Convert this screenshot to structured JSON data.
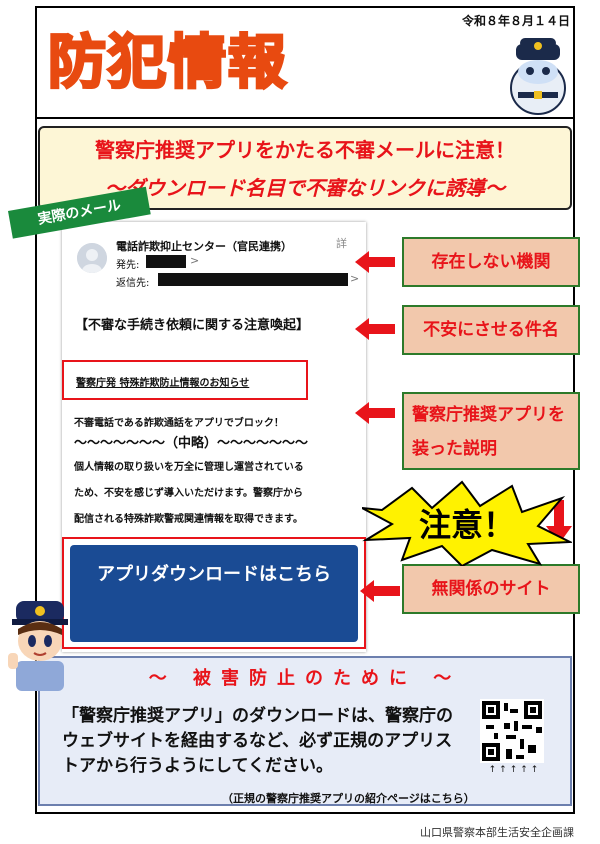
{
  "date": "令和８年８月１４日",
  "title": "防犯情報",
  "alert": {
    "line1": "警察庁推奨アプリをかたる不審メールに注意！",
    "line2": "～ダウンロード名目で不審なリンクに誘導～"
  },
  "tag": "実際のメール",
  "mail": {
    "sender": "電話詐欺抑止センター（官民連携）",
    "from_label": "発先:",
    "to_label": "返信先:",
    "subject": "【不審な手続き依頼に関する注意喚起】",
    "notice": "警察庁発 特殊詐欺防止情報のお知らせ",
    "body1": "不審電話である詐欺通話をアプリでブロック！",
    "omitted": "～～～～～～～（中略）～～～～～～～",
    "body2": "個人情報の取り扱いを万全に管理し運営されている",
    "body3": "ため、不安を感じず導入いただけます。警察庁から",
    "body4": "配信される特殊詐欺警戒関連情報を取得できます。",
    "button": "アプリダウンロードはこちら"
  },
  "labels": {
    "l1": "存在しない機関",
    "l2": "不安にさせる件名",
    "l3": "警察庁推奨アプリを装った説明",
    "l4": "無関係のサイト"
  },
  "caution": "注意！",
  "prevention": {
    "heading": "～ 被害防止のために ～",
    "paragraph": "「警察庁推奨アプリ」のダウンロードは、警察庁のウェブサイトを経由するなど、必ず正規のアプリストアから行うようにしてください。",
    "qr_arrows": "↑↑↑↑↑",
    "qr_note": "（正規の警察庁推奨アプリの紹介ページはこちら）"
  },
  "footer": "山口県警察本部生活安全企画課",
  "colors": {
    "accent_red": "#e8141a",
    "title_fill": "#ffcc00",
    "button_blue": "#1a4b94",
    "label_bg": "#f2c8ac",
    "tag_green": "#1a8a3c"
  }
}
